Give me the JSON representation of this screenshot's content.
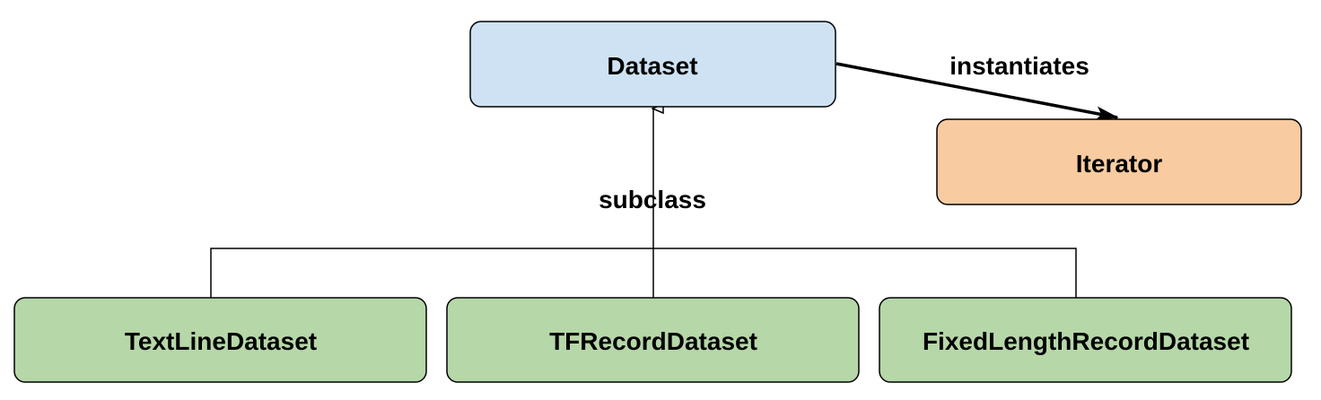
{
  "nodes": {
    "dataset": {
      "label": "Dataset",
      "fill": "#cfe2f3"
    },
    "iterator": {
      "label": "Iterator",
      "fill": "#f8cba0"
    },
    "text_line_dataset": {
      "label": "TextLineDataset",
      "fill": "#b6d7a8"
    },
    "tfrecord_dataset": {
      "label": "TFRecordDataset",
      "fill": "#b6d7a8"
    },
    "fixed_length_record_dataset": {
      "label": "FixedLengthRecordDataset",
      "fill": "#b6d7a8"
    }
  },
  "edges": {
    "instantiates": {
      "label": "instantiates",
      "from": "Dataset",
      "to": "Iterator"
    },
    "subclass": {
      "label": "subclass",
      "from": [
        "TextLineDataset",
        "TFRecordDataset",
        "FixedLengthRecordDataset"
      ],
      "to": "Dataset"
    }
  },
  "colors": {
    "stroke": "#000000",
    "connector": "#000000"
  }
}
